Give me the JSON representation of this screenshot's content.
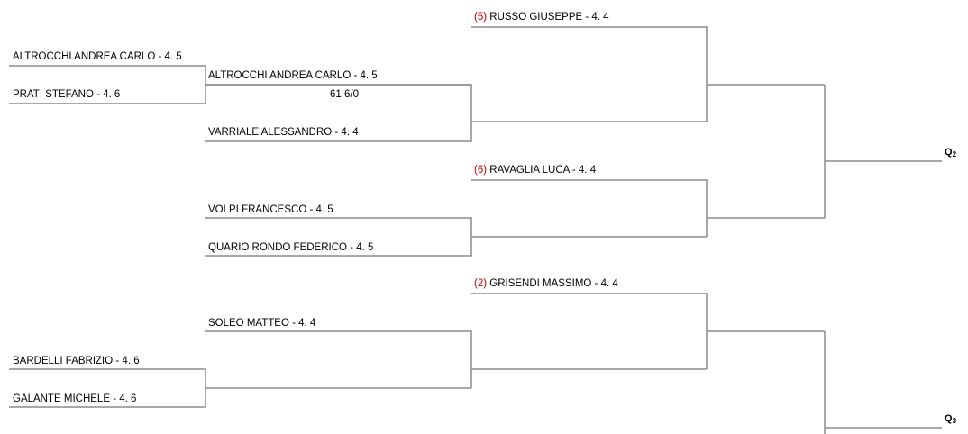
{
  "entries": [
    {
      "id": "r1a",
      "seed": "",
      "name": "ALTROCCHI ANDREA CARLO - 4. 5"
    },
    {
      "id": "r1b",
      "seed": "",
      "name": "PRATI STEFANO - 4. 6"
    },
    {
      "id": "r1c",
      "seed": "",
      "name": "BARDELLI FABRIZIO - 4. 6"
    },
    {
      "id": "r1d",
      "seed": "",
      "name": "GALANTE MICHELE - 4. 6"
    },
    {
      "id": "r2a",
      "seed": "",
      "name": "ALTROCCHI ANDREA CARLO - 4. 5"
    },
    {
      "id": "r2b",
      "seed": "",
      "name": "VARRIALE ALESSANDRO - 4. 4"
    },
    {
      "id": "r2c",
      "seed": "",
      "name": "VOLPI FRANCESCO - 4. 5"
    },
    {
      "id": "r2d",
      "seed": "",
      "name": "QUARIO RONDO FEDERICO - 4. 5"
    },
    {
      "id": "r2e",
      "seed": "",
      "name": "SOLEO MATTEO - 4. 4"
    },
    {
      "id": "r3a",
      "seed": "(5)",
      "name": "RUSSO GIUSEPPE - 4. 4"
    },
    {
      "id": "r3b",
      "seed": "(6)",
      "name": "RAVAGLIA LUCA - 4. 4"
    },
    {
      "id": "r3c",
      "seed": "(2)",
      "name": "GRISENDI MASSIMO - 4. 4"
    }
  ],
  "scores": [
    {
      "id": "s1",
      "text": "61 6/0"
    }
  ],
  "qualifiers": [
    {
      "id": "q2",
      "letter": "Q",
      "sub": "2"
    },
    {
      "id": "q3",
      "letter": "Q",
      "sub": "3"
    }
  ],
  "colors": {
    "line": "#8c8c8c",
    "seed": "#c00000",
    "text": "#000000"
  }
}
